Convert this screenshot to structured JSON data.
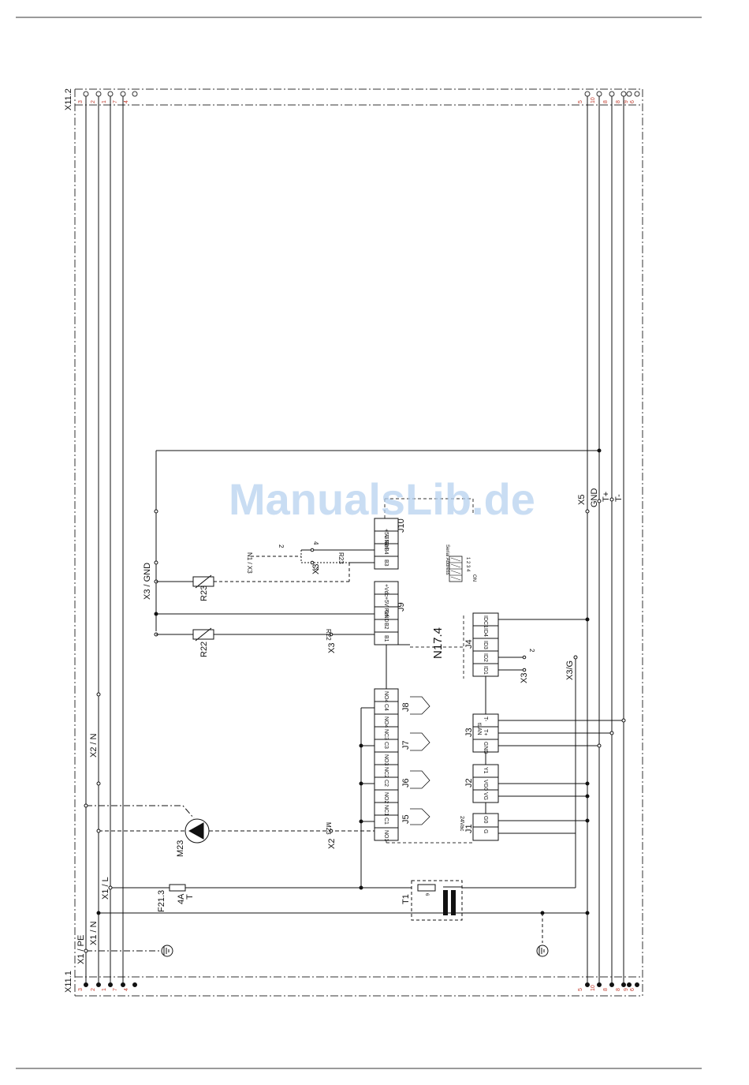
{
  "watermark": "ManualsLib.de",
  "terminal_strips": {
    "top": {
      "label": "X11.2",
      "left_pins": [
        "3",
        "2",
        "1",
        "7",
        "4"
      ],
      "right_pins": [
        "5",
        "10",
        "8",
        "8",
        "9",
        "6"
      ]
    },
    "bottom": {
      "label": "X11.1",
      "left_pins": [
        "3",
        "2",
        "1",
        "7",
        "4"
      ],
      "right_pins": [
        "5",
        "10",
        "8",
        "8",
        "9",
        "6"
      ]
    }
  },
  "controller": {
    "name": "N17.4",
    "serial_label": "Serial Address",
    "serial_numbers": "1 2 3 4",
    "serial_on": "ON",
    "connectors": {
      "J10": [
        "+5V Ref",
        "GND",
        "B4",
        "B3"
      ],
      "J9": [
        "+Vdc",
        "+5V Ref",
        "GND",
        "B2",
        "B1"
      ],
      "J8": [
        "NO4",
        "C4",
        "NO4"
      ],
      "J7": [
        "NC3",
        "C3",
        "NO3"
      ],
      "J6": [
        "NC2",
        "C2",
        "NO2"
      ],
      "J5": [
        "NC1",
        "C1",
        "NO1"
      ],
      "J4": [
        "IDC1",
        "ID4",
        "ID3",
        "ID2",
        "ID1"
      ],
      "J3": [
        "T-",
        "T+",
        "GND"
      ],
      "J3_sub": "tLAN",
      "J2": [
        "Y1",
        "VG0",
        "VG"
      ],
      "J1": [
        "G0",
        "G"
      ],
      "J1_sub": "24Vac"
    }
  },
  "labels": {
    "x3_gnd": "X3 / GND",
    "x2_n": "X2 / N",
    "x1_l": "X1 / L",
    "x1_n": "X1 / N",
    "x1_pe": "X1 / PE",
    "x5": "X5",
    "gnd": "GND",
    "tplus": "T+",
    "tminus": "T-",
    "x3": "X3",
    "x2": "X2",
    "x3g": "X3/G",
    "r22": "R22",
    "r23": "R23",
    "m23": "M23",
    "f213": "F21.3",
    "f4a": "4A",
    "ft": "T",
    "t1": "T1",
    "n1x3": "N1 / X3",
    "n2": "2",
    "n4": "4",
    "n3": "3",
    "n2b": "2"
  }
}
